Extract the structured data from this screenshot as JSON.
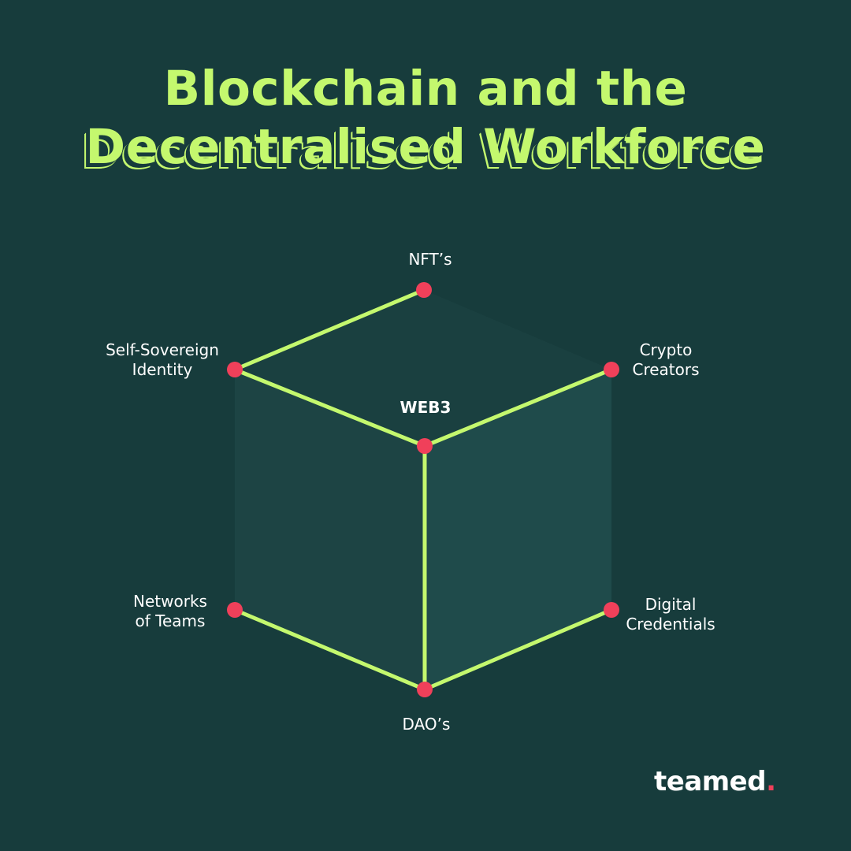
{
  "title": {
    "line1": "Blockchain and the",
    "line2": "Decentralised Workforce"
  },
  "colors": {
    "background": "#173c3c",
    "accent": "#c4f86e",
    "node": "#f0405a",
    "text": "#ffffff",
    "face_left": "#1d4444",
    "face_right": "#1f4b4b",
    "face_top": "#1a4040"
  },
  "diagram": {
    "nodes": [
      {
        "id": "nft",
        "lines": [
          "NFT’s"
        ]
      },
      {
        "id": "ssi",
        "lines": [
          "Self-Sovereign",
          "Identity"
        ]
      },
      {
        "id": "crypto",
        "lines": [
          "Crypto",
          "Creators"
        ]
      },
      {
        "id": "web3",
        "lines": [
          "WEB3"
        ]
      },
      {
        "id": "networks",
        "lines": [
          "Networks",
          "of Teams"
        ]
      },
      {
        "id": "digital",
        "lines": [
          "Digital",
          "Credentials"
        ]
      },
      {
        "id": "dao",
        "lines": [
          "DAO’s"
        ]
      }
    ],
    "edges": [
      [
        "nft",
        "ssi"
      ],
      [
        "ssi",
        "web3"
      ],
      [
        "web3",
        "crypto"
      ],
      [
        "web3",
        "dao"
      ],
      [
        "networks",
        "dao"
      ],
      [
        "dao",
        "digital"
      ]
    ]
  },
  "brand": {
    "name": "teamed",
    "dot": "."
  }
}
